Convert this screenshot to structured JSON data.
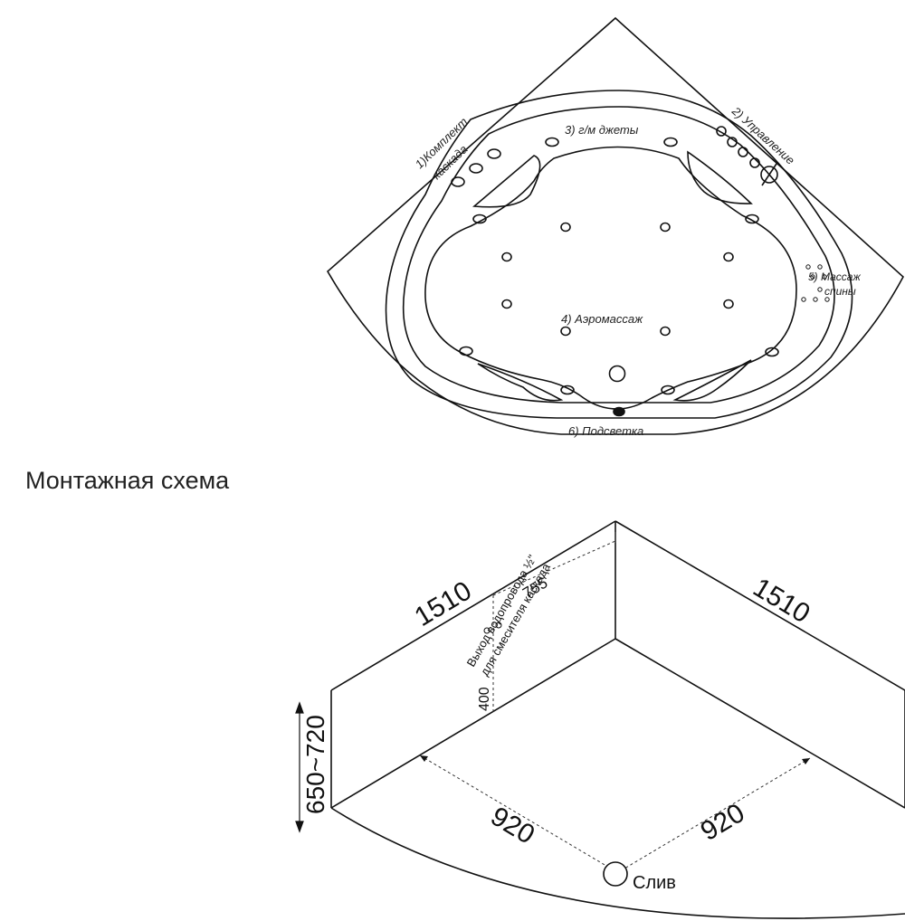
{
  "top_plan": {
    "labels": {
      "cascade_line1": "1)Комплект",
      "cascade_line2": "каскада",
      "control": "2) Управление",
      "hydro_jets": "3) г/м джеты",
      "aero": "4) Аэромассаж",
      "back_line1": "5) Массаж",
      "back_line2": "спины",
      "light": "6) Подсветка"
    }
  },
  "section_title": "Монтажная схема",
  "mounting": {
    "dims": {
      "left_length": "1510",
      "right_length": "1510",
      "height": "650~720",
      "water_offset": "755",
      "water_height": "400",
      "left_radius": "920",
      "right_radius": "920"
    },
    "water_outlet_line1": "Выход водопровода ½\"",
    "water_outlet_line2": "для смесителя каскада",
    "drain": "Слив"
  }
}
